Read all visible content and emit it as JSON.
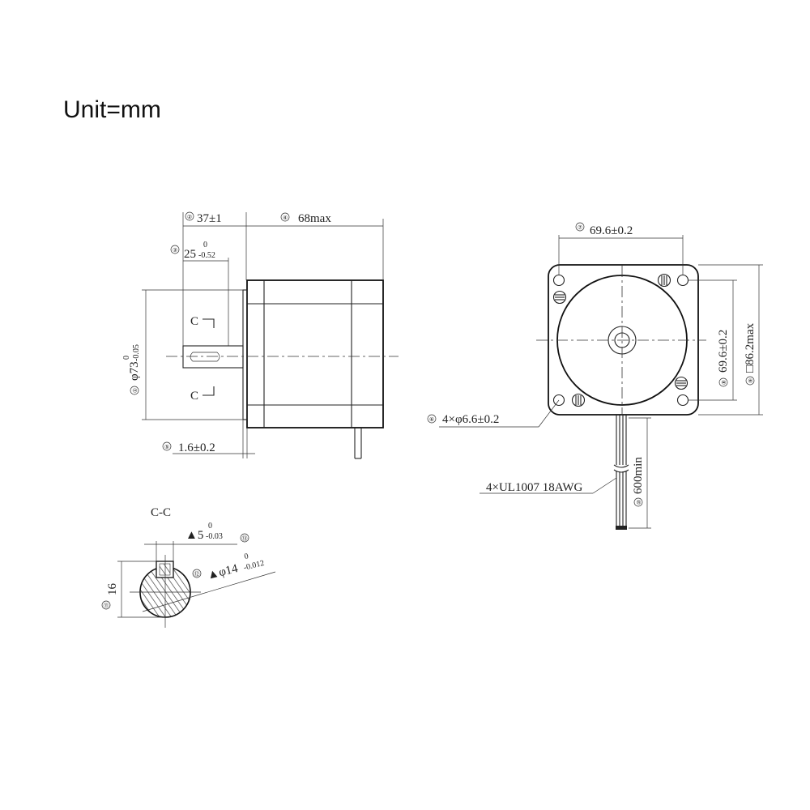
{
  "title": "Unit=mm",
  "side_view": {
    "section_marker_top": "C",
    "section_marker_bottom": "C",
    "dims": [
      {
        "num": "②",
        "text": "37±1"
      },
      {
        "num": "④",
        "text": "68max"
      },
      {
        "num": "③",
        "text": "25",
        "upper": "0",
        "lower": "-0.52"
      },
      {
        "num": "①",
        "text": "φ73",
        "upper": "0",
        "lower": "-0.05"
      },
      {
        "num": "⑤",
        "text": "1.6±0.2"
      }
    ]
  },
  "front_view": {
    "dims": [
      {
        "num": "⑦",
        "text": "69.6±0.2"
      },
      {
        "num": "⑧",
        "text": "69.6±0.2"
      },
      {
        "num": "⑨",
        "text": "□86.2max"
      },
      {
        "num": "⑥",
        "text": "4×φ6.6±0.2"
      },
      {
        "num": "⑩",
        "text": "600min"
      }
    ],
    "wire_label": "4×UL1007 18AWG"
  },
  "section_view": {
    "label": "C-C",
    "dims": [
      {
        "num": "⑬",
        "text": "▲5",
        "upper": "0",
        "lower": "-0.03"
      },
      {
        "num": "⑫",
        "text": "▲φ14",
        "upper": "0",
        "lower": "-0.012"
      },
      {
        "num": "⑪",
        "text": "16"
      }
    ]
  }
}
